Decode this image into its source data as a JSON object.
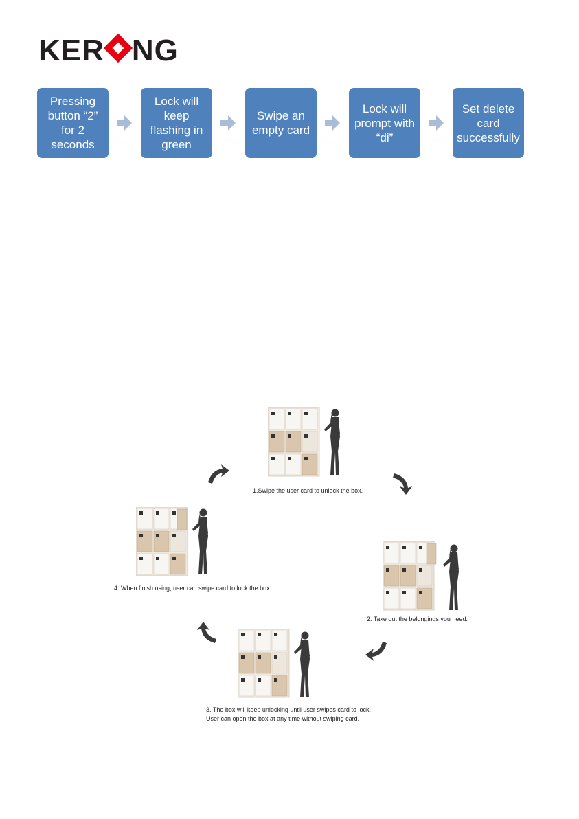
{
  "header": {
    "brand": {
      "before": "KER",
      "after": "NG"
    }
  },
  "flow": {
    "steps": [
      "Pressing button “2” for 2 seconds",
      "Lock will keep flashing in green",
      "Swipe an empty card",
      "Lock will prompt with “di”",
      "Set delete card successfully"
    ],
    "box_color": "#4f81bd",
    "arrow_color": "#a9bdd9"
  },
  "cycle": {
    "captions": {
      "step1": "1.Swipe the user card to unlock the box.",
      "step2": "2. Take out the belongings you need.",
      "step3_line1": "3. The box will keep unlocking until user swipes card to lock.",
      "step3_line2": "User can open the box at any time without swiping card.",
      "step4": "4. When finish using, user can swipe card to lock the box."
    },
    "icons": [
      "locker-cabinet-icon",
      "woman-silhouette-icon",
      "curved-arrow-icon"
    ]
  }
}
